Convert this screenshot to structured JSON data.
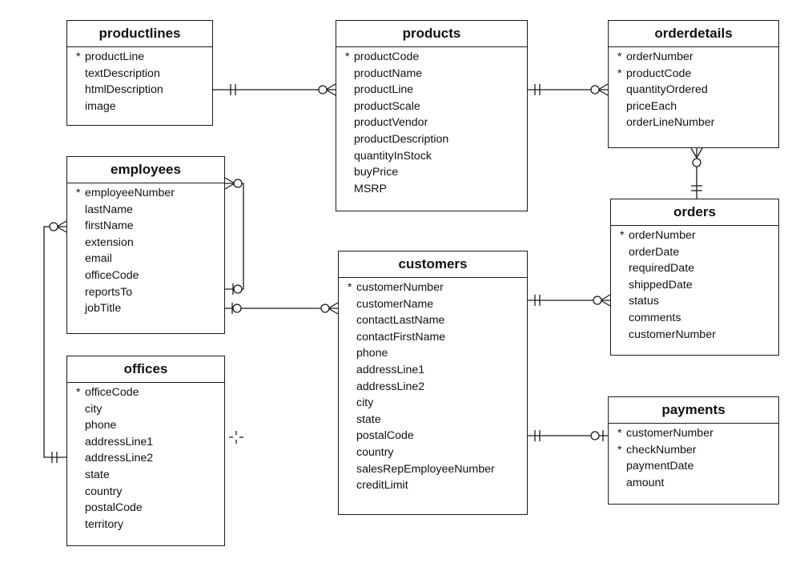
{
  "tables": [
    {
      "id": "productlines",
      "name": "productlines",
      "fields": [
        {
          "name": "productLine",
          "key": true
        },
        {
          "name": "textDescription"
        },
        {
          "name": "htmlDescription"
        },
        {
          "name": "image"
        }
      ]
    },
    {
      "id": "products",
      "name": "products",
      "fields": [
        {
          "name": "productCode",
          "key": true
        },
        {
          "name": "productName"
        },
        {
          "name": "productLine"
        },
        {
          "name": "productScale"
        },
        {
          "name": "productVendor"
        },
        {
          "name": "productDescription"
        },
        {
          "name": "quantityInStock"
        },
        {
          "name": "buyPrice"
        },
        {
          "name": "MSRP"
        }
      ]
    },
    {
      "id": "orderdetails",
      "name": "orderdetails",
      "fields": [
        {
          "name": "orderNumber",
          "key": true
        },
        {
          "name": "productCode",
          "key": true
        },
        {
          "name": "quantityOrdered"
        },
        {
          "name": "priceEach"
        },
        {
          "name": "orderLineNumber"
        }
      ]
    },
    {
      "id": "employees",
      "name": "employees",
      "fields": [
        {
          "name": "employeeNumber",
          "key": true
        },
        {
          "name": "lastName"
        },
        {
          "name": "firstName"
        },
        {
          "name": "extension"
        },
        {
          "name": "email"
        },
        {
          "name": "officeCode"
        },
        {
          "name": "reportsTo"
        },
        {
          "name": "jobTitle"
        }
      ]
    },
    {
      "id": "orders",
      "name": "orders",
      "fields": [
        {
          "name": "orderNumber",
          "key": true
        },
        {
          "name": "orderDate"
        },
        {
          "name": "requiredDate"
        },
        {
          "name": "shippedDate"
        },
        {
          "name": "status"
        },
        {
          "name": "comments"
        },
        {
          "name": "customerNumber"
        }
      ]
    },
    {
      "id": "customers",
      "name": "customers",
      "fields": [
        {
          "name": "customerNumber",
          "key": true
        },
        {
          "name": "customerName"
        },
        {
          "name": "contactLastName"
        },
        {
          "name": "contactFirstName"
        },
        {
          "name": "phone"
        },
        {
          "name": "addressLine1"
        },
        {
          "name": "addressLine2"
        },
        {
          "name": "city"
        },
        {
          "name": "state"
        },
        {
          "name": "postalCode"
        },
        {
          "name": "country"
        },
        {
          "name": "salesRepEmployeeNumber"
        },
        {
          "name": "creditLimit"
        }
      ]
    },
    {
      "id": "offices",
      "name": "offices",
      "fields": [
        {
          "name": "officeCode",
          "key": true
        },
        {
          "name": "city"
        },
        {
          "name": "phone"
        },
        {
          "name": "addressLine1"
        },
        {
          "name": "addressLine2"
        },
        {
          "name": "state"
        },
        {
          "name": "country"
        },
        {
          "name": "postalCode"
        },
        {
          "name": "territory"
        }
      ]
    },
    {
      "id": "payments",
      "name": "payments",
      "fields": [
        {
          "name": "customerNumber",
          "key": true
        },
        {
          "name": "checkNumber",
          "key": true
        },
        {
          "name": "paymentDate"
        },
        {
          "name": "amount"
        }
      ]
    }
  ],
  "key_marker": "*",
  "relationships": [
    {
      "from": "productlines",
      "to": "products",
      "from_end": "one",
      "to_end": "zero-or-many"
    },
    {
      "from": "products",
      "to": "orderdetails",
      "from_end": "one",
      "to_end": "zero-or-many"
    },
    {
      "from": "orders",
      "to": "orderdetails",
      "from_end": "one",
      "to_end": "zero-or-many"
    },
    {
      "from": "employees",
      "to": "employees",
      "from_end": "zero-or-one",
      "to_end": "zero-or-many"
    },
    {
      "from": "employees",
      "to": "customers",
      "from_end": "zero-or-one",
      "to_end": "zero-or-many"
    },
    {
      "from": "offices",
      "to": "employees",
      "from_end": "one",
      "to_end": "zero-or-many"
    },
    {
      "from": "customers",
      "to": "orders",
      "from_end": "one",
      "to_end": "zero-or-many"
    },
    {
      "from": "customers",
      "to": "payments",
      "from_end": "one",
      "to_end": "zero-or-one"
    }
  ]
}
